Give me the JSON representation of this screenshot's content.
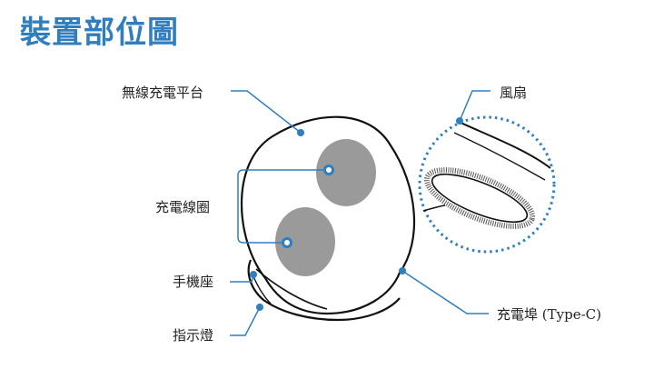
{
  "title": "裝置部位圖",
  "labels": {
    "wireless_pad": "無線充電平台",
    "fan": "風扇",
    "charging_coil": "充電線圈",
    "phone_cradle": "手機座",
    "indicator_light": "指示燈",
    "charging_port": "充電埠 (Type-C)"
  },
  "colors": {
    "accent": "#2f7ec0",
    "coil_fill": "#9a9a9a",
    "outline": "#111111"
  }
}
